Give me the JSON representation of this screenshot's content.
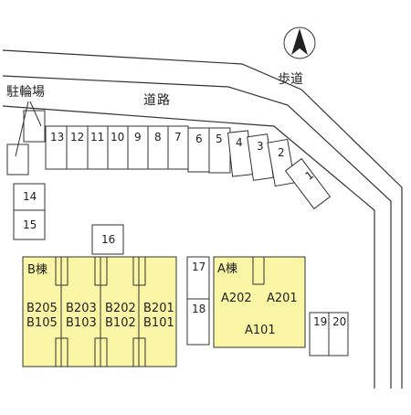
{
  "road_label": "道路",
  "sidewalk_label": "歩道",
  "bicycle_parking_label": "駐輪場",
  "north_icon": "north-arrow-icon",
  "parking_top": [
    "13",
    "12",
    "11",
    "10",
    "9",
    "8",
    "7",
    "6",
    "5",
    "4",
    "3",
    "2"
  ],
  "parking_corner": "1",
  "parking_left": [
    "14",
    "15"
  ],
  "parking_center": "16",
  "parking_middle": [
    "17",
    "18"
  ],
  "parking_right": [
    "19",
    "20"
  ],
  "building_b": {
    "name": "B棟",
    "units_upper": [
      "B205",
      "B203",
      "B202",
      "B201"
    ],
    "units_lower": [
      "B105",
      "B103",
      "B102",
      "B101"
    ]
  },
  "building_a": {
    "name": "A棟",
    "unit_a202": "A202",
    "unit_a201": "A201",
    "unit_a101": "A101"
  },
  "colors": {
    "building_fill": "#fbf6a6",
    "line": "#333333",
    "background": "#ffffff"
  }
}
